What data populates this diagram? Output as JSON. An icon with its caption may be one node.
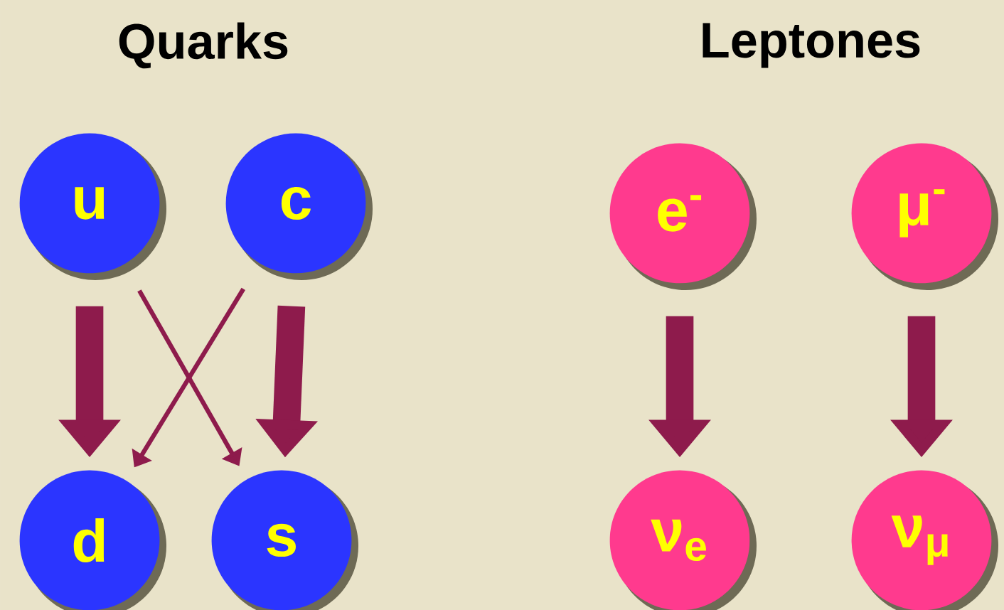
{
  "diagram": {
    "nodes": [
      {
        "text": [
          "u"
        ]
      },
      {
        "text": [
          "c"
        ]
      },
      {
        "text": [
          "d"
        ]
      },
      {
        "text": [
          "s"
        ]
      },
      {
        "text": [
          "e$^{-}$"
        ]
      },
      {
        "text": [
          "μ$^{-}$"
        ]
      },
      {
        "text": [
          "ν$_{e}$"
        ]
      },
      {
        "text": [
          "ν$_{μ}$"
        ]
      }
    ],
    "edges": [
      {
        "from": 0,
        "to": 2,
        "arrow": "to"
      },
      {
        "from": 1,
        "to": 2,
        "arrow": "to"
      },
      {
        "from": 0,
        "to": 3,
        "arrow": "to"
      },
      {
        "from": 1,
        "to": 3,
        "arrow": "to"
      },
      {
        "from": 4,
        "to": 6,
        "arrow": "to"
      },
      {
        "from": 5,
        "to": 7,
        "arrow": "to"
      }
    ],
    "labels": [
      "Quarks",
      "Leptones"
    ]
  }
}
